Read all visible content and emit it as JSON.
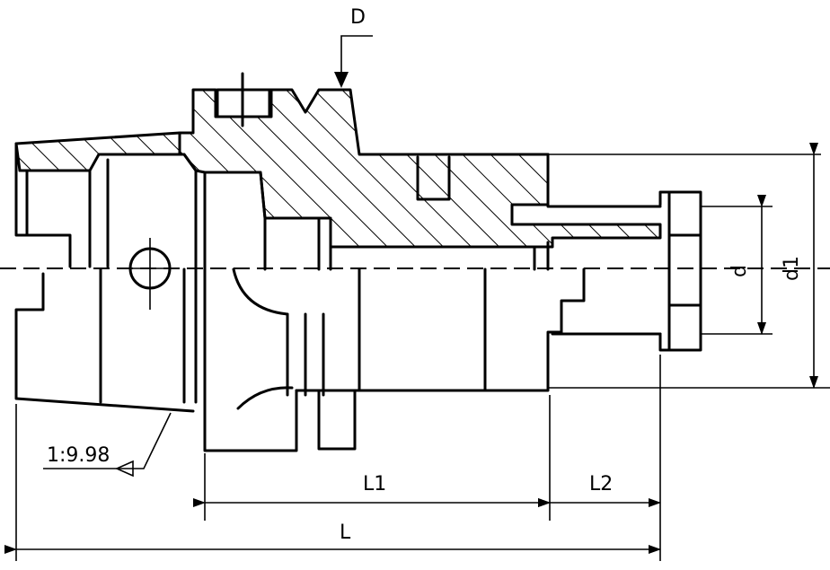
{
  "labels": {
    "D": "D",
    "taper": "1:9.98",
    "L1": "L1",
    "L2": "L2",
    "L": "L",
    "d": "d",
    "d1": "d1"
  }
}
